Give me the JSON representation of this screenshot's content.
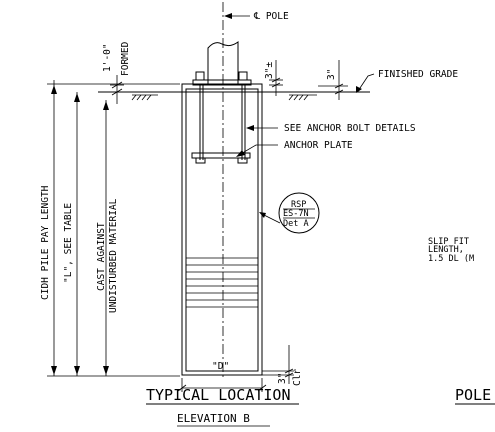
{
  "labels": {
    "pole": "℄ POLE",
    "formed_dim": "1'-0\"",
    "formed_word": "FORMED",
    "dim_3_plusminus": "3\"±",
    "dim_3_grade": "3\"",
    "finished_grade": "FINISHED GRADE",
    "anchor_bolt_details": "SEE ANCHOR BOLT DETAILS",
    "anchor_plate": "ANCHOR PLATE",
    "pile_pay_length": "CIDH PILE PAY LENGTH",
    "l_see_table": "\"L\", SEE TABLE",
    "cast_against": "CAST AGAINST",
    "undisturbed_material": "UNDISTURBED MATERIAL",
    "rsp_line1": "RSP",
    "rsp_line2": "ES-7N",
    "rsp_line3": "Det A",
    "slip_fit_line1": "SLIP FIT",
    "slip_fit_line2": "LENGTH,",
    "slip_fit_line3": "1.5 DL (M",
    "dim_3_clr": "3\"",
    "clr_word": "Clr",
    "d_dim": "\"D\"",
    "title": "TYPICAL LOCATION",
    "subtitle": "ELEVATION B",
    "right_title": "POLE"
  }
}
